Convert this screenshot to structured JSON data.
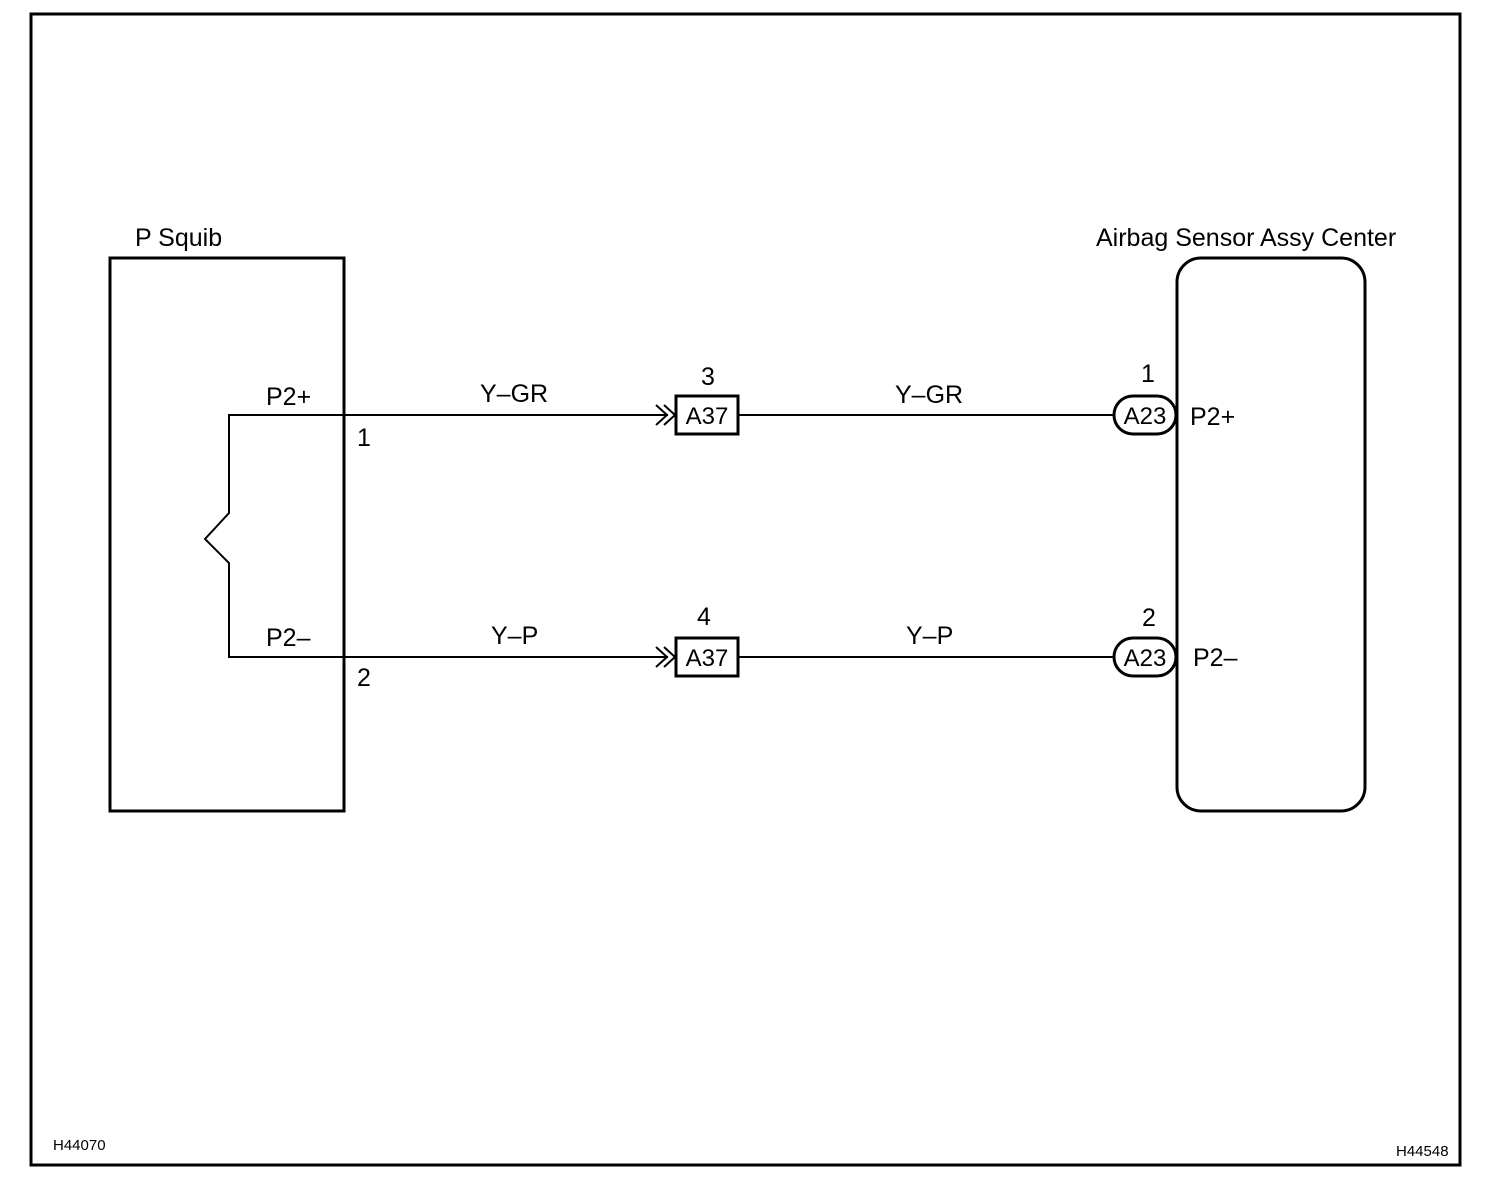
{
  "left_component": {
    "title": "P Squib",
    "pin_top_label": "P2+",
    "pin_top_number": "1",
    "pin_bottom_label": "P2–",
    "pin_bottom_number": "2"
  },
  "right_component": {
    "title": "Airbag Sensor Assy Center",
    "pin_top_label": "P2+",
    "pin_top_number": "1",
    "pin_top_connector": "A23",
    "pin_bottom_label": "P2–",
    "pin_bottom_number": "2",
    "pin_bottom_connector": "A23"
  },
  "junction_top": {
    "connector": "A37",
    "pin": "3"
  },
  "junction_bottom": {
    "connector": "A37",
    "pin": "4"
  },
  "wires": {
    "top_left": "Y–GR",
    "top_right": "Y–GR",
    "bottom_left": "Y–P",
    "bottom_right": "Y–P"
  },
  "footer": {
    "code_left": "H44070",
    "code_right": "H44548"
  }
}
